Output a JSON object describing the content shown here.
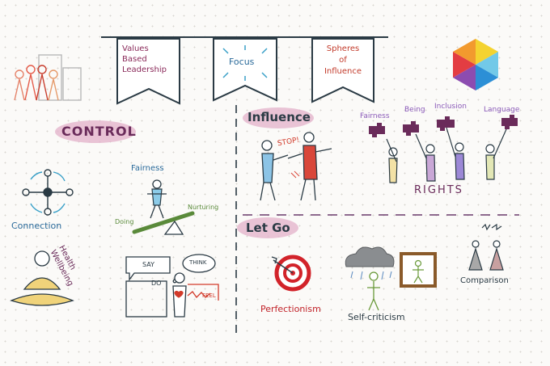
{
  "banners": {
    "values_based": [
      "Values",
      "Based",
      "Leadership"
    ],
    "focus": "Focus",
    "spheres": [
      "Spheres",
      "of",
      "Influence"
    ]
  },
  "control": {
    "title": "CONTROL",
    "connection": "Connection",
    "health_wellbeing": [
      "Health",
      "Wellbeing"
    ],
    "fairness": "Fairness",
    "doing": "Doing",
    "nurturing": "Nurturing",
    "say": "SAY",
    "think": "THINK",
    "do": "DO",
    "feel": "FEEL"
  },
  "influence": {
    "title": "Influence",
    "stop": "STOP!",
    "values": [
      "Fairness",
      "Being",
      "Inclusion",
      "Language"
    ],
    "rights": "RIGHTS"
  },
  "let_go": {
    "title": "Let Go",
    "perfectionism": "Perfectionism",
    "self_criticism": "Self-criticism",
    "comparison": "Comparison"
  },
  "colors": {
    "ink": "#2a3a44",
    "highlight": "#e5b8cf",
    "logo": [
      "#f4d330",
      "#f29a2e",
      "#e33d42",
      "#8c4cb0",
      "#2c8fd6",
      "#72c9e8"
    ]
  }
}
